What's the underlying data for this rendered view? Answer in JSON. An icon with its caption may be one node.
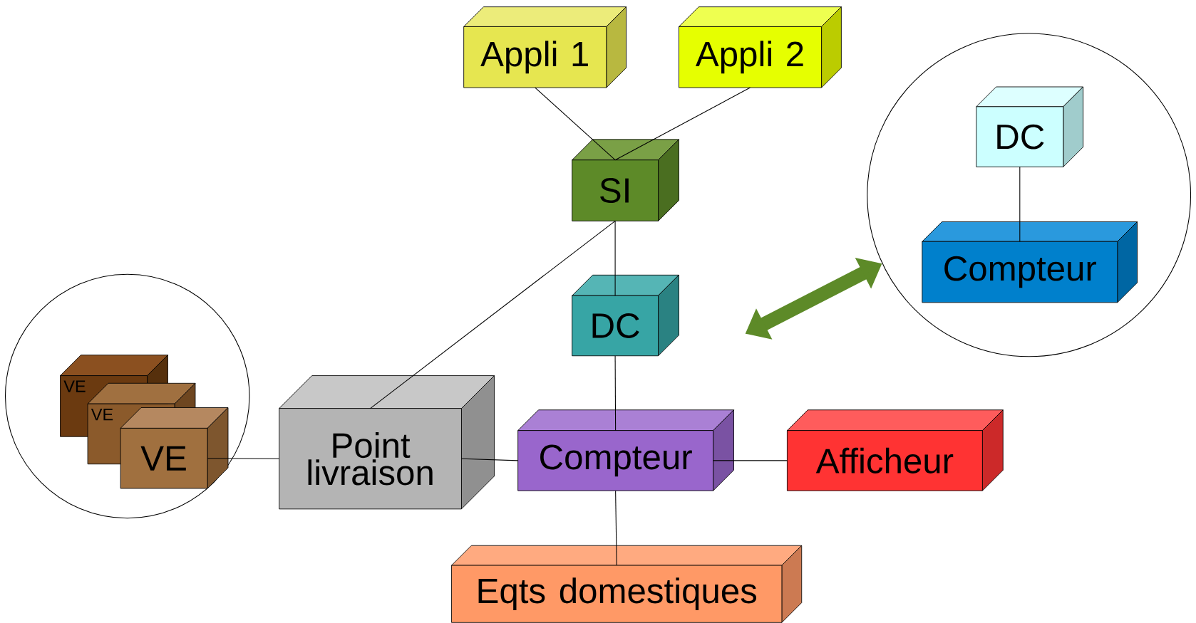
{
  "diagram": {
    "nodes": [
      {
        "text": [
          "Appli 1"
        ]
      },
      {
        "text": [
          "Appli 2"
        ]
      },
      {
        "text": [
          "SI"
        ]
      },
      {
        "text": [],
        "shape": "circle"
      },
      {
        "text": [
          "DC"
        ],
        "in": 3
      },
      {
        "text": [
          "Compteur"
        ],
        "in": 3
      },
      {
        "text": [
          "DC"
        ]
      },
      {
        "text": [],
        "shape": "circle"
      },
      {
        "text": [
          "VE"
        ],
        "in": 7
      },
      {
        "text": [
          "VE"
        ],
        "in": 7
      },
      {
        "text": [
          "VE"
        ],
        "in": 7
      },
      {
        "text": [
          "Point livraison"
        ]
      },
      {
        "text": [
          "Compteur"
        ]
      },
      {
        "text": [
          "Afficheur"
        ]
      },
      {
        "text": [
          "Eqts domestiques"
        ]
      }
    ],
    "edges": [
      {
        "from": 0,
        "to": 2,
        "arrow": "none"
      },
      {
        "from": 1,
        "to": 2,
        "arrow": "none"
      },
      {
        "from": 2,
        "to": 6,
        "arrow": "none"
      },
      {
        "from": 2,
        "to": 11,
        "arrow": "none"
      },
      {
        "from": 4,
        "to": 5,
        "arrow": "none"
      },
      {
        "from": null,
        "to": 3,
        "arrow": "both",
        "style": "thick",
        "color": "#5d8a28"
      },
      {
        "from": 6,
        "to": 12,
        "arrow": "none"
      },
      {
        "from": 10,
        "to": 11,
        "arrow": "none"
      },
      {
        "from": 11,
        "to": 12,
        "arrow": "none"
      },
      {
        "from": 12,
        "to": 13,
        "arrow": "none"
      },
      {
        "from": 12,
        "to": 14,
        "arrow": "none"
      }
    ]
  }
}
